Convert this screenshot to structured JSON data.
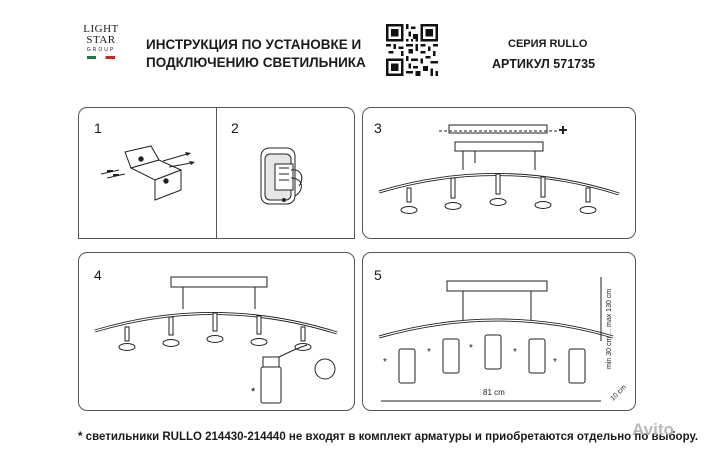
{
  "logo": {
    "line1": "LIGHT",
    "line2": "STAR",
    "line3": "GROUP"
  },
  "header": {
    "title_line1": "ИНСТРУКЦИЯ ПО УСТАНОВКЕ И",
    "title_line2": "ПОДКЛЮЧЕНИЮ СВЕТИЛЬНИКА",
    "series": "СЕРИЯ RULLO",
    "article": "АРТИКУЛ 571735"
  },
  "steps": {
    "s1": "1",
    "s2": "2",
    "s3": "3",
    "s4": "4",
    "s5": "5"
  },
  "dimensions": {
    "width": "81 cm",
    "height": "min 30 cm ... max 130 cm",
    "depth": "10 cm",
    "star": "*"
  },
  "footer": "* светильники RULLO 214430-214440 не входят в комплект арматуры и приобретаются отдельно по выбору.",
  "watermark": "Avito"
}
